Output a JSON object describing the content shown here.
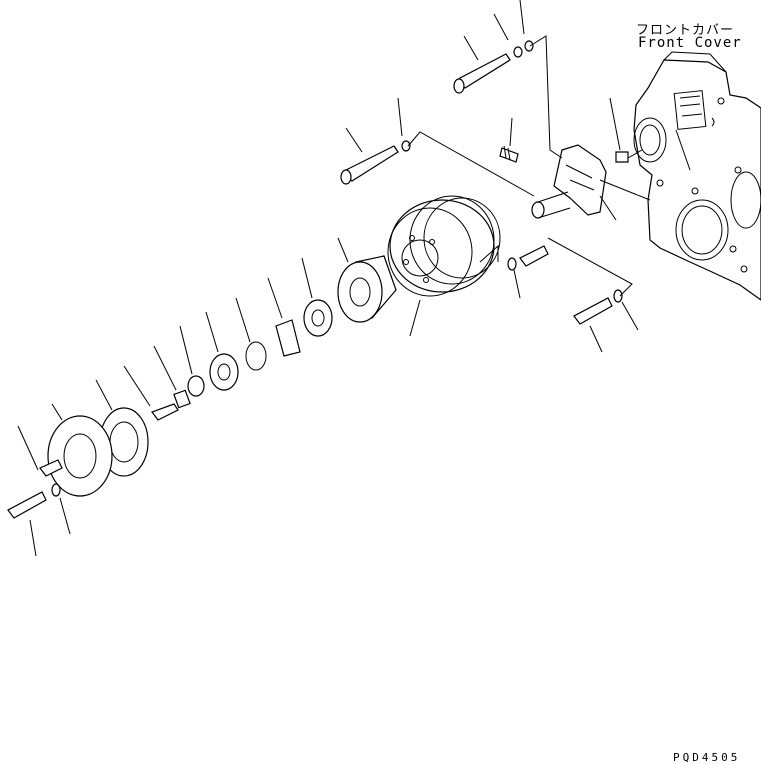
{
  "diagram": {
    "label_jp": "フロントカバー",
    "label_en": "Front Cover",
    "drawing_code": "PQD4505"
  }
}
